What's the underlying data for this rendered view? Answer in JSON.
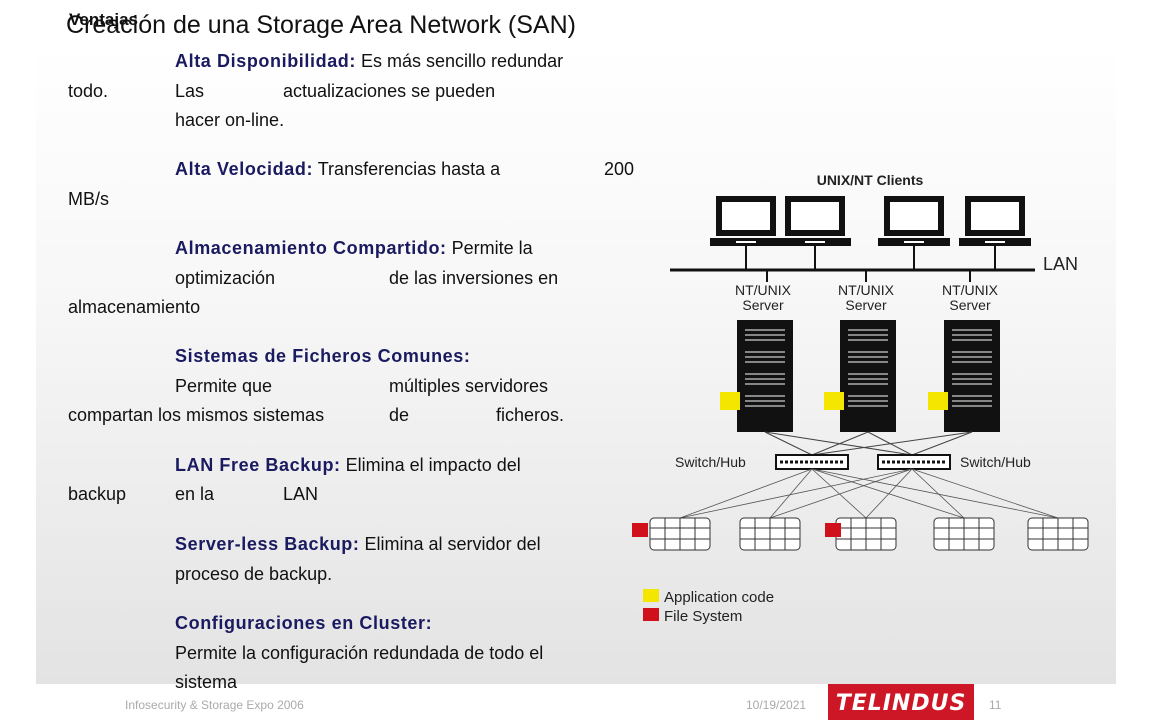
{
  "slide": {
    "overtitle": "Ventajas",
    "title": "Creación de una Storage Area Network (SAN)"
  },
  "items": [
    {
      "heading": "Alta Disponibilidad:",
      "lines": [
        "Es más sencillo redundar",
        "todo.",
        "Las",
        "actualizaciones se pueden",
        "hacer on-line."
      ]
    },
    {
      "heading": "Alta Velocidad:",
      "lines": [
        "Transferencias hasta a",
        "200",
        "MB/s"
      ]
    },
    {
      "heading": "Almacenamiento Compartido:",
      "lines": [
        "Permite la",
        "optimización",
        "de las inversiones en",
        "almacenamiento"
      ]
    },
    {
      "heading": "Sistemas de Ficheros Comunes:",
      "lines": [
        "Permite que",
        "múltiples servidores",
        "compartan los mismos sistemas",
        "de",
        "ficheros."
      ]
    },
    {
      "heading": "LAN Free Backup:",
      "lines": [
        "Elimina el impacto del",
        "backup",
        "en la",
        "LAN"
      ]
    },
    {
      "heading": "Server-less Backup:",
      "lines": [
        "Elimina al servidor del",
        "proceso de backup."
      ]
    },
    {
      "heading": "Configuraciones en Cluster:",
      "lines": [
        "Permite la configuración redundada de todo el",
        "sistema"
      ]
    }
  ],
  "diagram": {
    "clients_label": "UNIX/NT Clients",
    "lan_label": "LAN",
    "server_labels": [
      "NT/UNIX",
      "Server"
    ],
    "switch_labels": [
      "Switch/Hub",
      "Switch/Hub"
    ],
    "legend": [
      {
        "label": "Application code",
        "color": "#f5e600"
      },
      {
        "label": "File System",
        "color": "#d0101a"
      }
    ]
  },
  "footer": {
    "event": "Infosecurity & Storage Expo 2006",
    "date": "10/19/2021",
    "page": "11",
    "logo": "TELINDUS"
  },
  "colors": {
    "heading": "#1a1a60",
    "brand": "#ce1726"
  }
}
